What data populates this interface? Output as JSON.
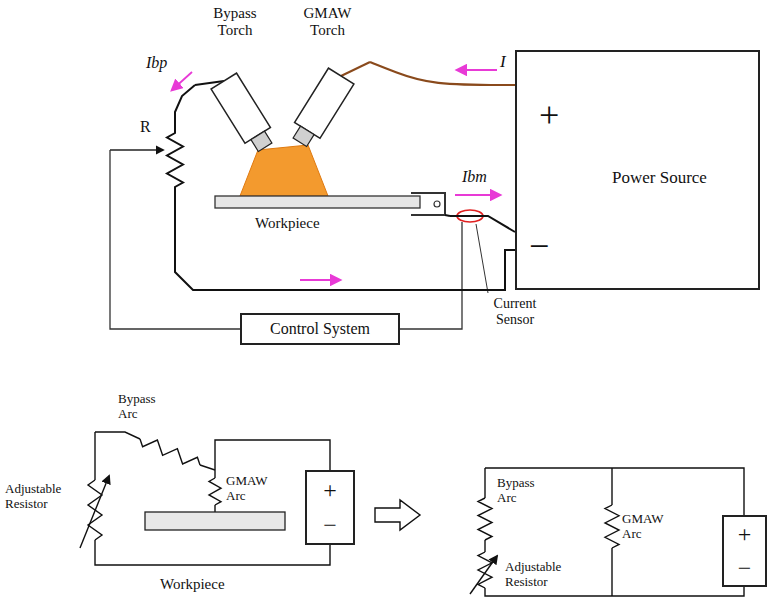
{
  "diagram": {
    "nodes": [
      {
        "text": [
          "Bypass Torch"
        ]
      },
      {
        "text": [
          "GMAW Torch"
        ]
      },
      {
        "text": [
          "+",
          "Power Source",
          "−"
        ]
      },
      {
        "text": [
          "Workpiece"
        ]
      },
      {
        "text": [
          "Control System"
        ]
      },
      {
        "text": [
          "+",
          "−"
        ]
      },
      {
        "text": [
          "Workpiece"
        ]
      },
      {
        "text": [
          "+",
          "−"
        ]
      }
    ],
    "edges": [
      {
        "from": 2,
        "to": 1,
        "arrow": "none"
      },
      {
        "from": 0,
        "to": 2,
        "arrow": "none"
      },
      {
        "from": 3,
        "to": 2,
        "arrow": "none"
      }
    ],
    "labels": [
      "I",
      "Ibp",
      "R",
      "Ibm",
      "Current Sensor",
      "Bypass Arc",
      "GMAW Arc",
      "Adjustable Resistor",
      "Bypass Arc",
      "GMAW Arc",
      "Adjustable Resistor"
    ]
  }
}
